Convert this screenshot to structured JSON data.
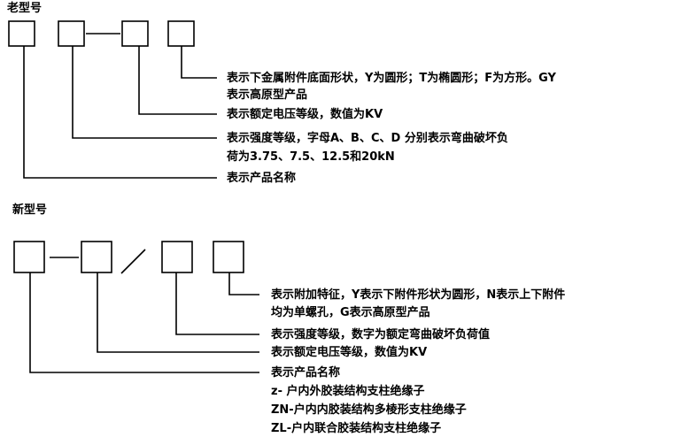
{
  "old_model": {
    "heading": "老型号",
    "desc_suffix_line1": "表示下金属附件底面形状，Y为圆形；T为椭圆形；F为方形。GY",
    "desc_suffix_line2": "表示高原型产品",
    "desc_voltage": "表示额定电压等级，数值为KV",
    "desc_strength_line1": "表示强度等级，字母A、B、C、D 分别表示弯曲破坏负",
    "desc_strength_line2": "荷为3.75、7.5、12.5和20kN",
    "desc_name": "表示产品名称"
  },
  "new_model": {
    "heading": "新型号",
    "desc_suffix_line1": "表示附加特征，Y表示下附件形状为圆形，N表示上下附件",
    "desc_suffix_line2": "均为单螺孔，G表示高原型产品",
    "desc_strength": "表示强度等级，数字为额定弯曲破坏负荷值",
    "desc_voltage": "表示额定电压等级，数值为KV",
    "desc_name": "表示产品名称",
    "name_codes": [
      "z- 户内外胶装结构支柱绝缘子",
      "ZN-户内内胶装结构多棱形支柱绝缘子",
      "ZL-户内联合胶装结构支柱绝缘子"
    ]
  }
}
